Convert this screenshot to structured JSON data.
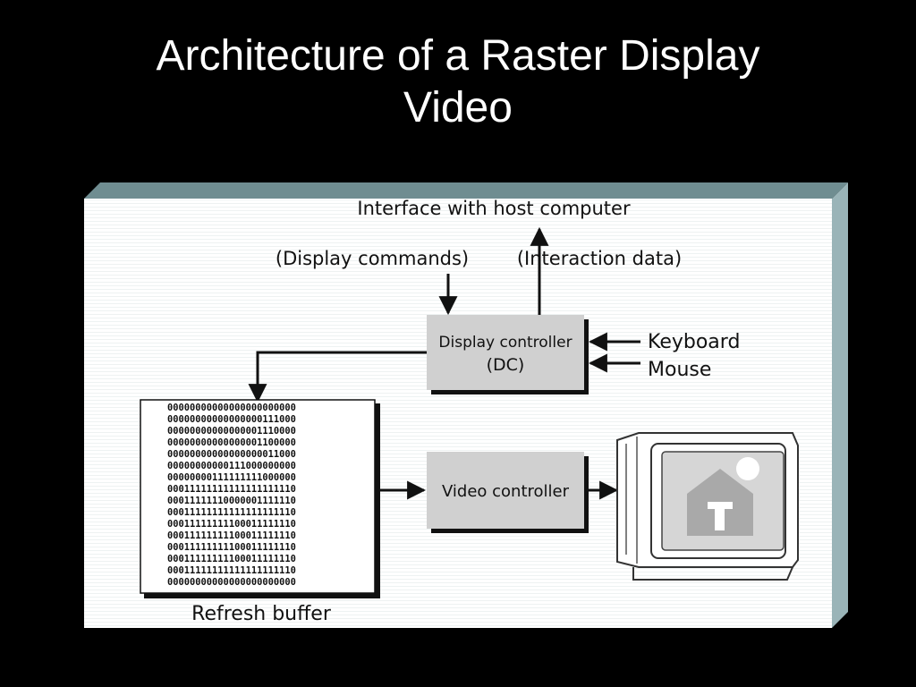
{
  "slide": {
    "title_line1": "Architecture of a Raster Display",
    "title_line2": "Video"
  },
  "diagram": {
    "host_interface": "Interface with host computer",
    "display_commands": "(Display commands)",
    "interaction_data": "(Interaction data)",
    "display_controller_line1": "Display controller",
    "display_controller_line2": "(DC)",
    "keyboard": "Keyboard",
    "mouse": "Mouse",
    "video_controller": "Video controller",
    "refresh_buffer": "Refresh buffer",
    "buffer_rows": [
      "00000000000000000000000",
      "00000000000000000111000",
      "00000000000000001110000",
      "00000000000000001100000",
      "00000000000000000011000",
      "00000000000111000000000",
      "00000000111111111000000",
      "00011111111111111111110",
      "00011111110000001111110",
      "00011111111111111111110",
      "00011111111100011111110",
      "00011111111100011111110",
      "00011111111100011111110",
      "00011111111100011111110",
      "00011111111111111111110",
      "00000000000000000000000"
    ]
  },
  "colors": {
    "background": "#000000",
    "panel": "#ffffff",
    "panel_edge": "#9ab4b8",
    "box_fill": "#d0d0d0",
    "shadow": "#111111"
  }
}
